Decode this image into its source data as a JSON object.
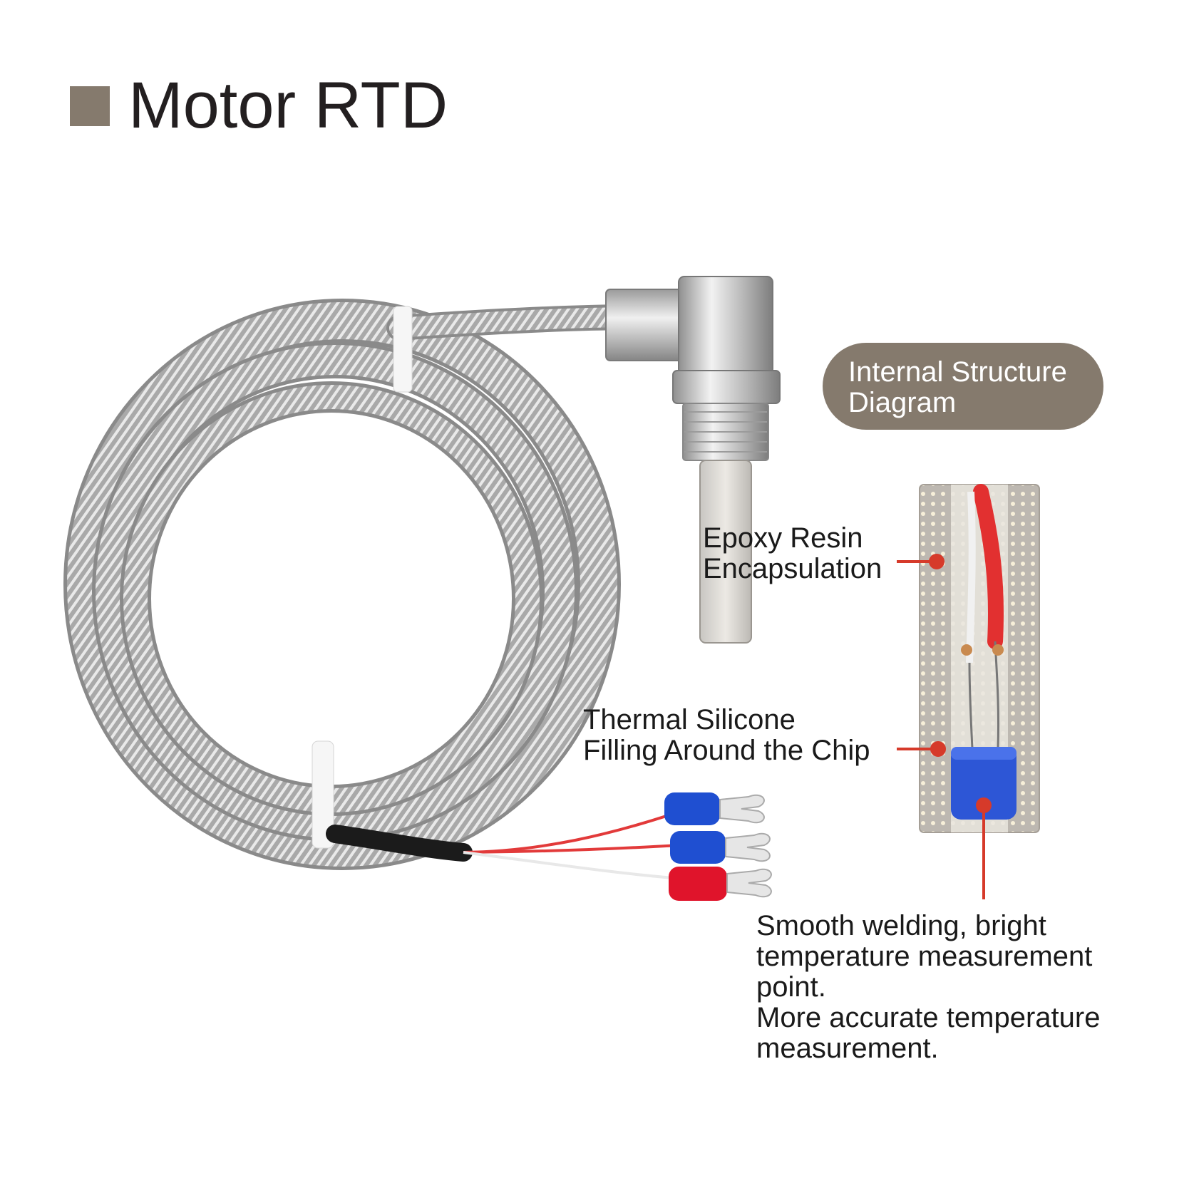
{
  "title": "Motor RTD",
  "badge": {
    "line1": "Internal Structure",
    "line2": "Diagram"
  },
  "callouts": {
    "epoxy": {
      "line1": "Epoxy Resin",
      "line2": "Encapsulation"
    },
    "thermal": {
      "line1": "Thermal Silicone",
      "line2": "Filling Around the Chip"
    },
    "smooth": {
      "line1": "Smooth welding, bright",
      "line2": "temperature measurement",
      "line3": "point.",
      "line4": "More accurate temperature",
      "line5": "measurement."
    }
  },
  "colors": {
    "accent": "#857a6d",
    "leader": "#d63a2a",
    "cable": "#b9b9b9",
    "terminal_blue": "#1f4fd1",
    "terminal_red": "#e0142b"
  },
  "icons": {
    "title_marker": "square-icon",
    "callout_marker": "dot-icon"
  }
}
